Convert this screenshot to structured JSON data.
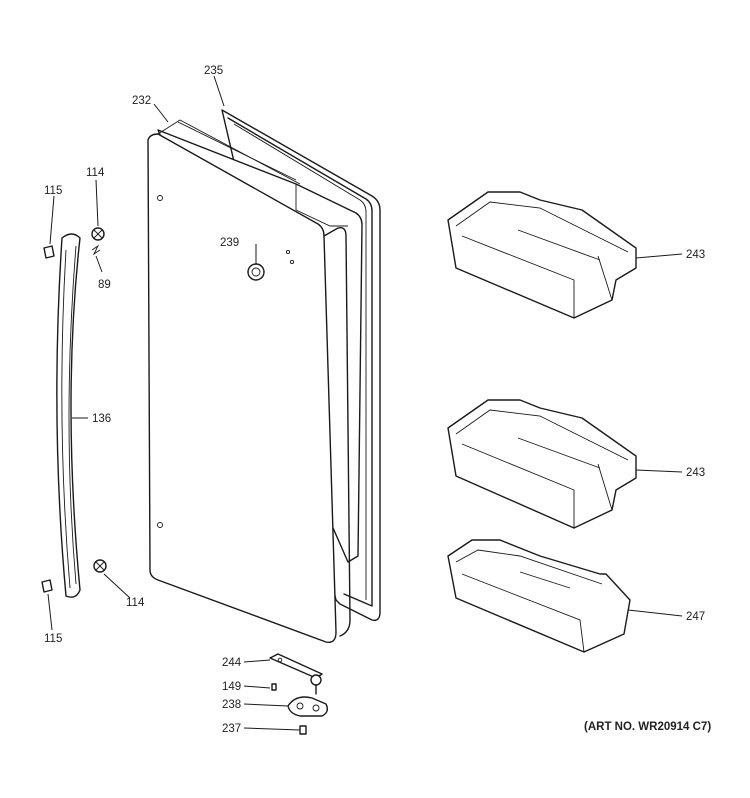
{
  "labels": {
    "p235": "235",
    "p232": "232",
    "p114_top": "114",
    "p115_top": "115",
    "p239": "239",
    "p89": "89",
    "p136": "136",
    "p114_bottom": "114",
    "p115_bottom": "115",
    "p244": "244",
    "p149": "149",
    "p238": "238",
    "p237": "237",
    "p243_top": "243",
    "p243_mid": "243",
    "p247": "247"
  },
  "art_number": "(ART NO. WR20914 C7)"
}
